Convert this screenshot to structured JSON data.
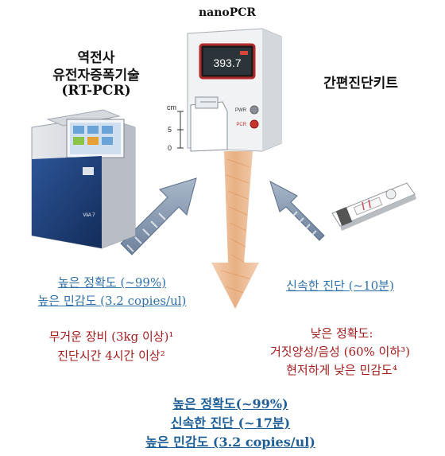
{
  "titles": {
    "nanopcr": "nanoPCR",
    "rtpcr_line1": "역전사",
    "rtpcr_line2": "유전자증폭기술",
    "rtpcr_line3": "(RT-PCR)",
    "kit": "간편진단키트"
  },
  "device": {
    "display_value": "393.7",
    "pwr_label": "PWR",
    "pcr_label": "PCR",
    "scale_unit": "cm",
    "scale_5": "5",
    "scale_0": "0",
    "rtpcr_model": "ViiA 7"
  },
  "rtpcr_pros": {
    "line1": "높은 정확도 (~99%)",
    "line2": "높은 민감도 (3.2 copies/ul)"
  },
  "rtpcr_cons": {
    "line1": "무거운 장비 (3kg 이상)¹",
    "line2": "진단시간 4시간 이상²"
  },
  "kit_pros": {
    "line1": "신속한 진단 (~10분)"
  },
  "kit_cons": {
    "line1": "낮은 정확도:",
    "line2": "거짓양성/음성 (60% 이하³)",
    "line3": "현저하게 낮은 민감도⁴"
  },
  "result": {
    "line1": "높은 정확도(~99%)",
    "line2": "신속한 진단 (~17분)",
    "line3": "높은 민감도 (3.2 copies/ul)"
  },
  "colors": {
    "blue_text": "#2f6fa8",
    "red_text": "#a31d1d",
    "arrow_orange": "#e9b48a",
    "arrow_steel": "#7f93ab",
    "rtpcr_body": "#1c3f7a"
  }
}
